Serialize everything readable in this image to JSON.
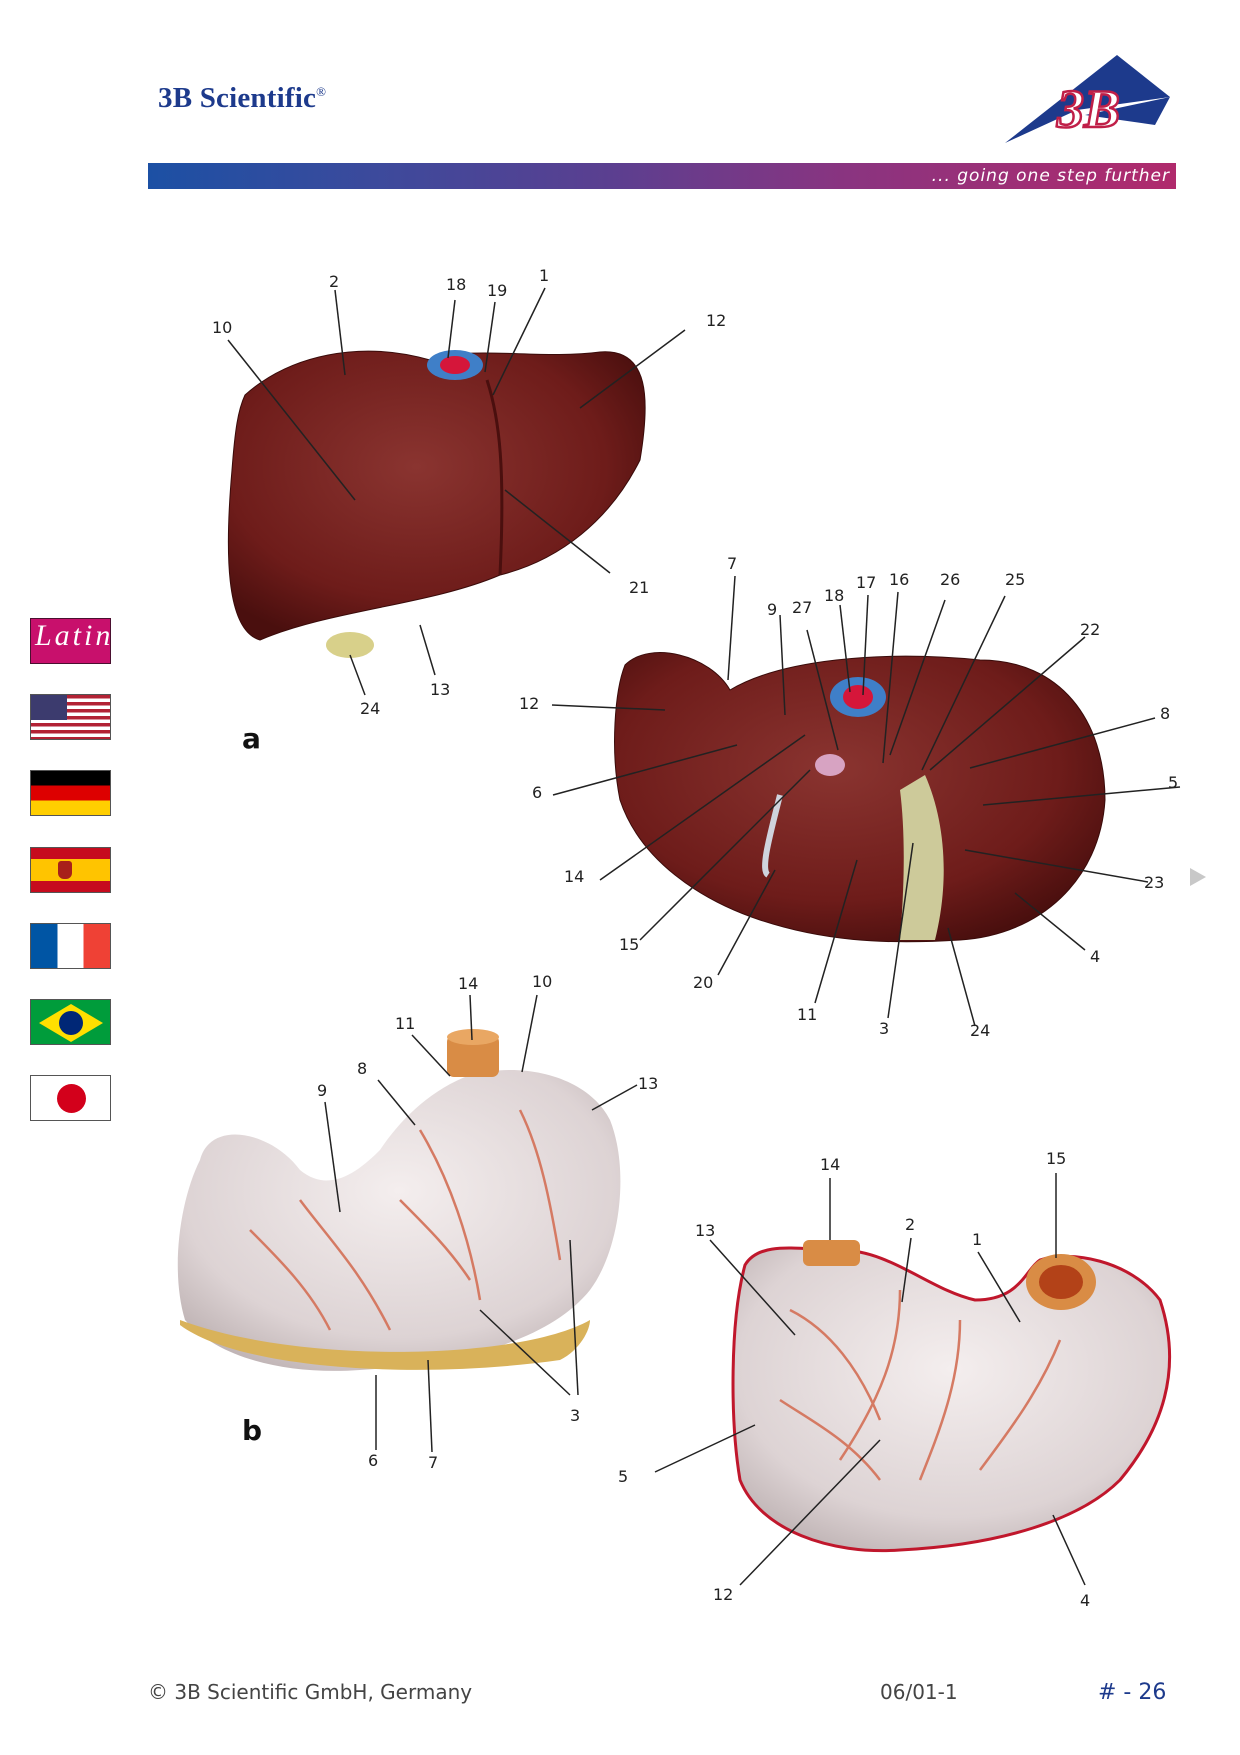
{
  "header": {
    "brand": "3B Scientific",
    "reg_mark": "®",
    "logo_text": "3B",
    "tagline": "... going one step further"
  },
  "languages": [
    {
      "name": "Latin",
      "label": "Latin"
    },
    {
      "name": "English (US)"
    },
    {
      "name": "German"
    },
    {
      "name": "Spanish"
    },
    {
      "name": "French"
    },
    {
      "name": "Portuguese (Brazil)"
    },
    {
      "name": "Japanese"
    }
  ],
  "figure_a": {
    "sublabel": "a",
    "liver_front_labels": [
      "2",
      "18",
      "19",
      "1",
      "10",
      "12",
      "21",
      "13",
      "24"
    ],
    "liver_inferior_labels": [
      "7",
      "18",
      "17",
      "16",
      "26",
      "25",
      "9",
      "27",
      "22",
      "12",
      "8",
      "5",
      "6",
      "14",
      "23",
      "15",
      "4",
      "20",
      "11",
      "3",
      "24"
    ]
  },
  "figure_b": {
    "sublabel": "b",
    "stomach_left_labels": [
      "14",
      "10",
      "11",
      "8",
      "9",
      "13",
      "3",
      "6",
      "7"
    ],
    "stomach_right_labels": [
      "14",
      "15",
      "2",
      "13",
      "1",
      "5",
      "12",
      "4"
    ]
  },
  "footer": {
    "copyright": "© 3B Scientific GmbH, Germany",
    "version": "06/01-1",
    "code": "# - 26"
  },
  "colors": {
    "brand_blue": "#1d3a8c",
    "liver": "#6e1c1a",
    "stomach": "#e6dcdc",
    "vessel": "#d57a63"
  }
}
